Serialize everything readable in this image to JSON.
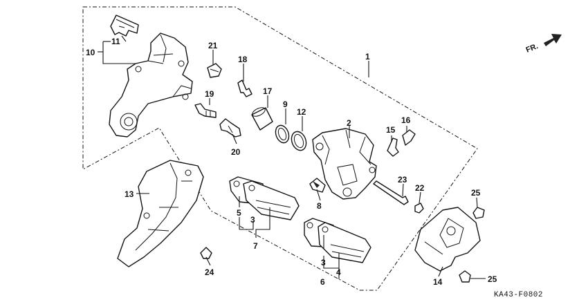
{
  "direction_label": "FR.",
  "diagram_code": "KA43-F0802",
  "callouts": {
    "c1": "1",
    "c2": "2",
    "c3a": "3",
    "c3b": "3",
    "c4": "4",
    "c5": "5",
    "c6": "6",
    "c7": "7",
    "c8": "8",
    "c9": "9",
    "c10": "10",
    "c11": "11",
    "c12": "12",
    "c13": "13",
    "c14": "14",
    "c15": "15",
    "c16": "16",
    "c17": "17",
    "c18": "18",
    "c19": "19",
    "c20": "20",
    "c21": "21",
    "c22": "22",
    "c23": "23",
    "c24": "24",
    "c25a": "25",
    "c25b": "25"
  }
}
